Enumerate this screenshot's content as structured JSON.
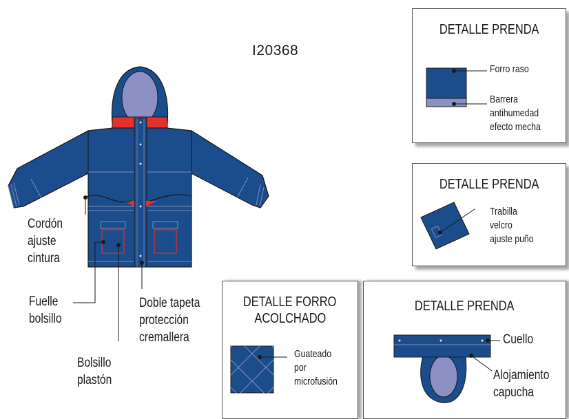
{
  "product_code": "I20368",
  "colors": {
    "navy": "#1b4c8c",
    "hood_lining": "#8c90c4",
    "red": "#e8302a",
    "outline": "#1a1a1a"
  },
  "callouts": {
    "cord": [
      "Cordón",
      "ajuste",
      "cintura"
    ],
    "gusset": [
      "Fuelle",
      "bolsillo"
    ],
    "patch_pocket": [
      "Bolsillo",
      "plastón"
    ],
    "placket": [
      "Doble tapeta",
      "protección",
      "cremallera"
    ]
  },
  "panels": {
    "lining": {
      "title": "DETALLE PRENDA",
      "label_1": [
        "Forro raso"
      ],
      "label_2": [
        "Barrera",
        "antihumedad",
        "efecto mecha"
      ]
    },
    "cuff": {
      "title": "DETALLE PRENDA",
      "label": [
        "Trabilla",
        "velcro",
        "ajuste puño"
      ]
    },
    "quilted": {
      "title": [
        "DETALLE FORRO",
        "ACOLCHADO"
      ],
      "label": [
        "Guateado",
        "por",
        "microfusión"
      ]
    },
    "collar": {
      "title": "DETALLE PRENDA",
      "label_1": [
        "Cuello"
      ],
      "label_2": [
        "Alojamiento",
        "capucha"
      ]
    }
  }
}
